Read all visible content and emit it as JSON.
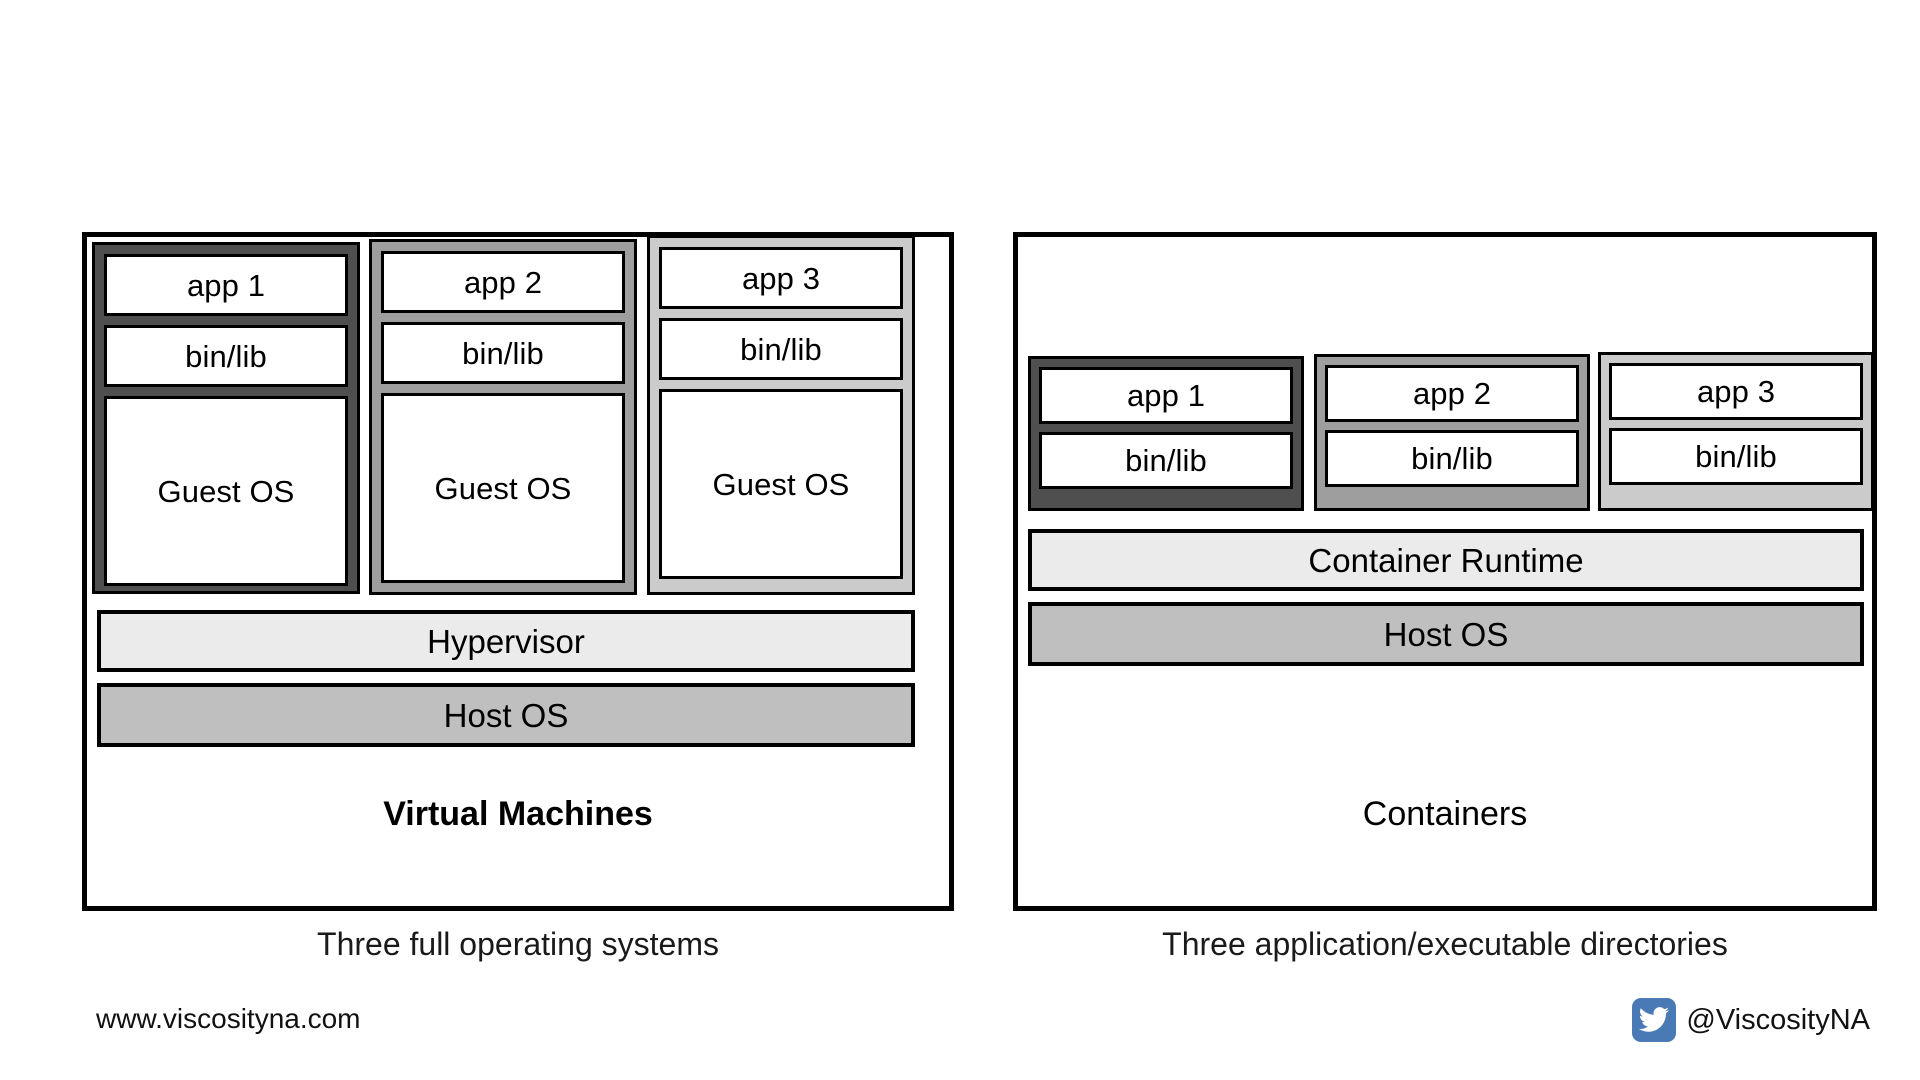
{
  "diagram": {
    "left_panel": {
      "title": "Virtual Machines",
      "caption": "Three full operating systems",
      "stacks": [
        {
          "app": "app 1",
          "binlib": "bin/lib",
          "os": "Guest OS",
          "shade": "#4f4f4f"
        },
        {
          "app": "app 2",
          "binlib": "bin/lib",
          "os": "Guest OS",
          "shade": "#9e9e9e"
        },
        {
          "app": "app 3",
          "binlib": "bin/lib",
          "os": "Guest OS",
          "shade": "#cbcbcb"
        }
      ],
      "layers": [
        {
          "label": "Hypervisor",
          "fill": "#ebebeb"
        },
        {
          "label": "Host OS",
          "fill": "#bfbfbf"
        }
      ]
    },
    "right_panel": {
      "title": "Containers",
      "caption": "Three application/executable directories",
      "stacks": [
        {
          "app": "app 1",
          "binlib": "bin/lib",
          "shade": "#4f4f4f"
        },
        {
          "app": "app 2",
          "binlib": "bin/lib",
          "shade": "#9e9e9e"
        },
        {
          "app": "app 3",
          "binlib": "bin/lib",
          "shade": "#cbcbcb"
        }
      ],
      "layers": [
        {
          "label": "Container Runtime",
          "fill": "#ebebeb"
        },
        {
          "label": "Host OS",
          "fill": "#bfbfbf"
        }
      ]
    }
  },
  "footer": {
    "website": "www.viscosityna.com",
    "twitter_handle": "@ViscosityNA",
    "twitter_icon": "twitter-bird-icon",
    "twitter_color": "#4a7ab5"
  }
}
